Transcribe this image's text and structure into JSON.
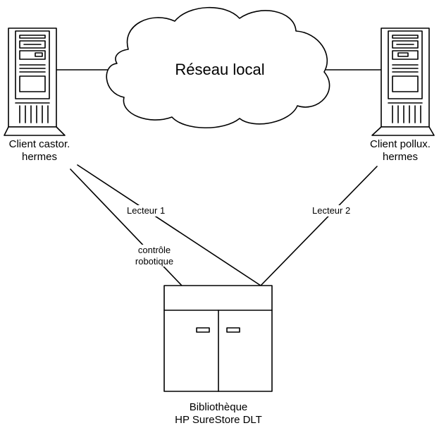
{
  "network": {
    "label": "Réseau local"
  },
  "client_left": {
    "line1": "Client castor.",
    "line2": "hermes"
  },
  "client_right": {
    "line1": "Client pollux.",
    "line2": "hermes"
  },
  "links": {
    "drive1": "Lecteur 1",
    "drive2": "Lecteur 2",
    "robot_line1": "contrôle",
    "robot_line2": "robotique"
  },
  "library": {
    "line1": "Bibliothèque",
    "line2": "HP SureStore DLT"
  },
  "colors": {
    "stroke": "#000000",
    "background": "#ffffff"
  }
}
